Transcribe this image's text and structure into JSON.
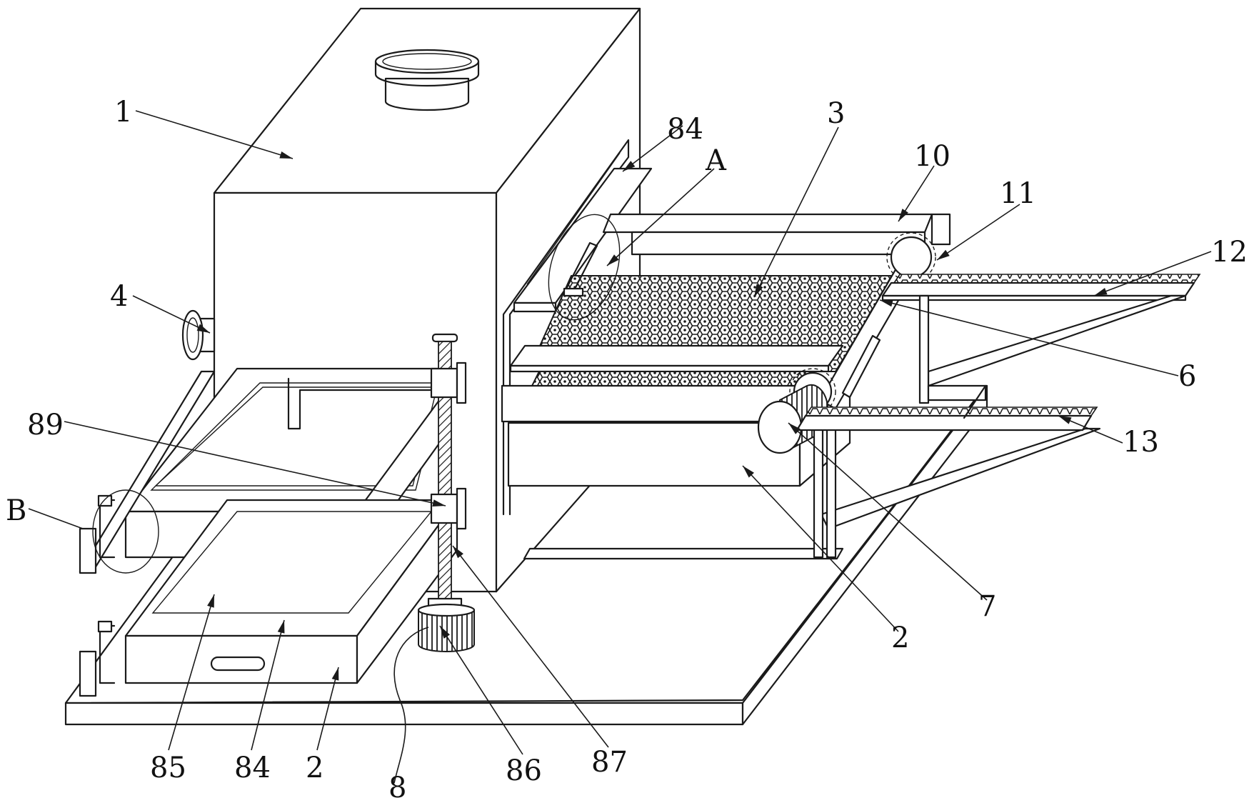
{
  "figure": {
    "type": "patent line drawing",
    "description": "Isometric view of drying/processing cabinet with sliding mesh trays, lead-screw lift, gear roller and rack conveyor"
  },
  "labels": {
    "main_box": "1",
    "tray_right": "2",
    "mesh_belt": "3",
    "side_port": "4",
    "shaft": "6",
    "roller": "7",
    "lift_assembly": "8",
    "rail_top": "84",
    "rail_bottom": "84",
    "tray_panel": "85",
    "motor": "86",
    "lead_screw": "87",
    "slider": "89",
    "top_plate": "10",
    "gear": "11",
    "upper_rack": "12",
    "lower_rack": "13",
    "tray_bottom": "2",
    "detail_a": "A",
    "detail_b": "B"
  },
  "colors": {
    "line": "#1a1a1a",
    "background": "#ffffff"
  }
}
